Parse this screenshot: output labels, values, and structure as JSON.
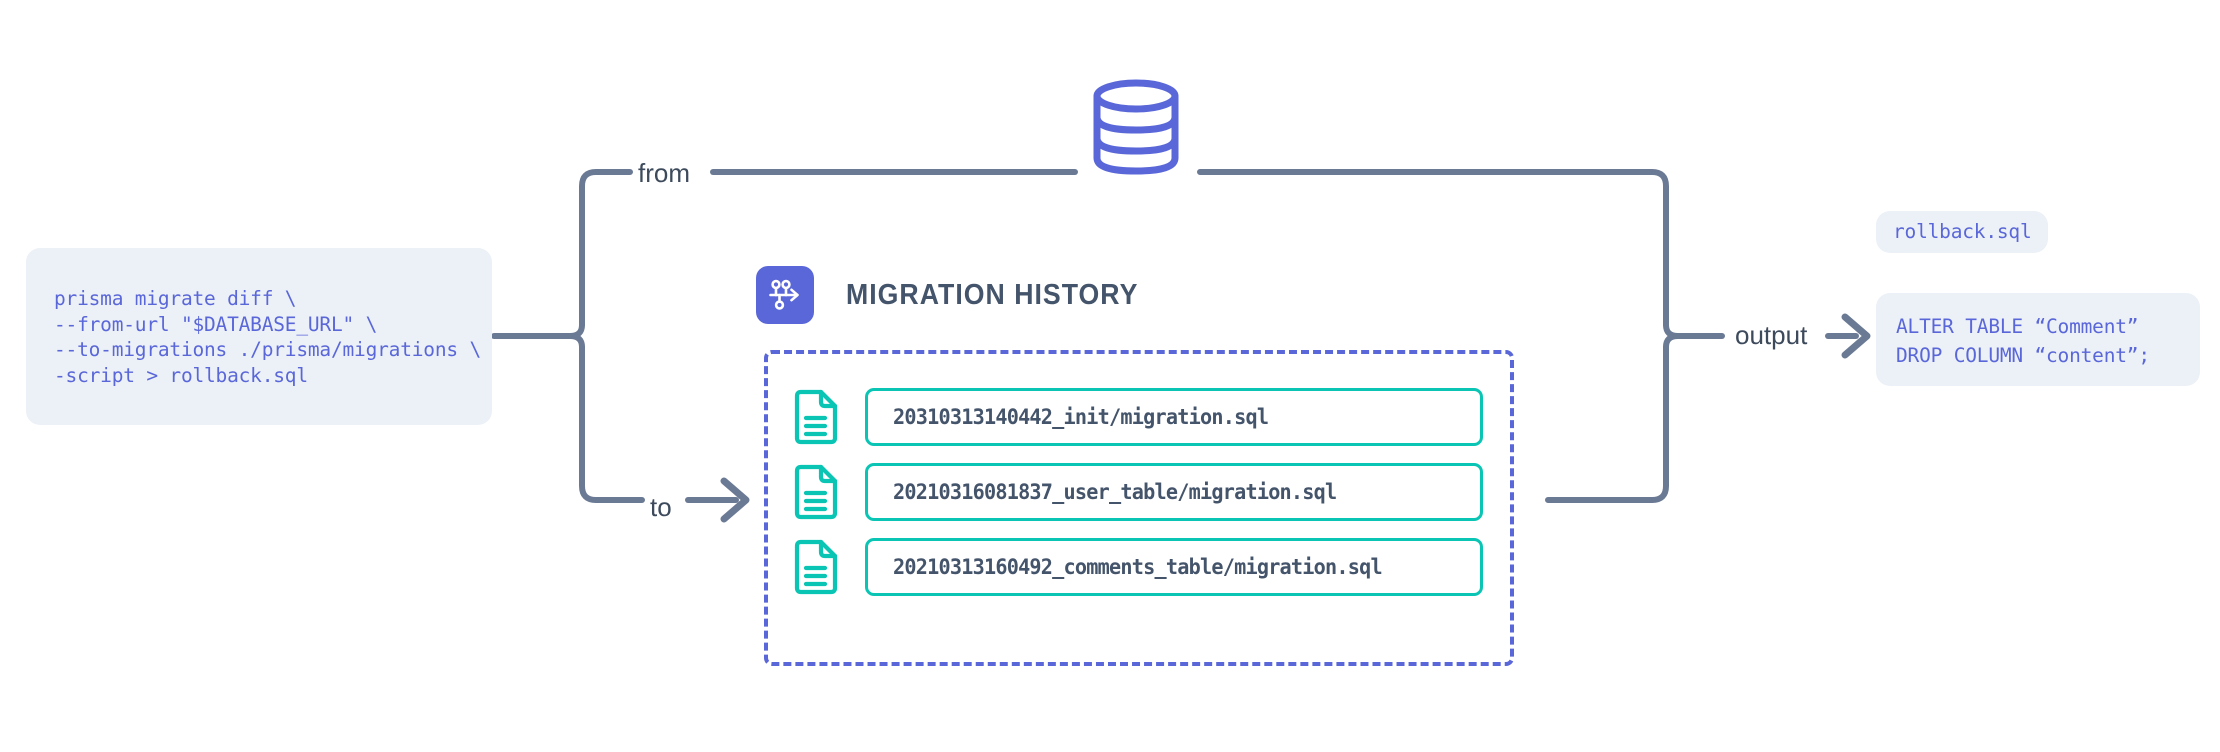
{
  "diagram": {
    "title": "Prisma migrate diff rollback flow",
    "colors": {
      "accent_indigo": "#5A67D8",
      "accent_teal": "#0BC5B4",
      "wire_gray": "#6B7A94",
      "code_bg": "#ECF1F7",
      "text_slate": "#44546B",
      "background": "#FFFFFF"
    }
  },
  "command": {
    "name": "prisma-migrate-diff-command",
    "lines": [
      "prisma migrate diff \\",
      "--from-url \"$DATABASE_URL\" \\",
      "--to-migrations ./prisma/migrations \\",
      "-script > rollback.sql"
    ]
  },
  "database": {
    "icon": "database-cylinder-icon",
    "label": ""
  },
  "wires": {
    "from_label": "from",
    "to_label": "to",
    "output_label": "output"
  },
  "migration_history": {
    "icon": "migration-branch-icon",
    "title": "MIGRATION HISTORY",
    "files": [
      {
        "icon": "file-document-icon",
        "name": "20310313140442_init/migration.sql"
      },
      {
        "icon": "file-document-icon",
        "name": "20210316081837_user_table/migration.sql"
      },
      {
        "icon": "file-document-icon",
        "name": "20210313160492_comments_table/migration.sql"
      }
    ]
  },
  "output": {
    "filename_chip": "rollback.sql",
    "sql_lines": [
      "ALTER TABLE “Comment”",
      "DROP COLUMN “content”;"
    ]
  }
}
